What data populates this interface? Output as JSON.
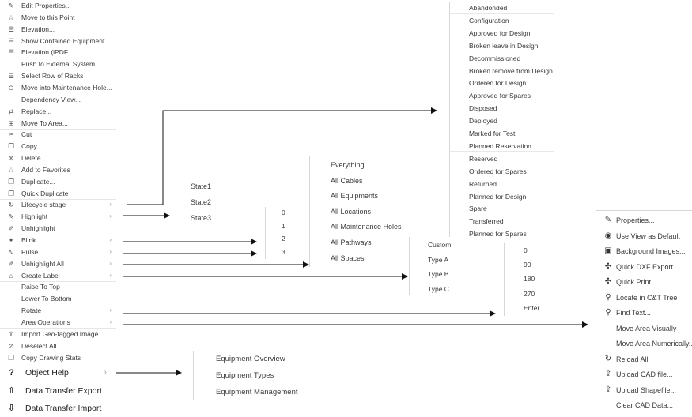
{
  "context_menu": {
    "items": [
      {
        "label": "Edit Properties...",
        "icon": "pencil-icon",
        "glyph": "✎"
      },
      {
        "label": "Move to this Point",
        "icon": "star-icon",
        "glyph": "☆"
      },
      {
        "label": "Elevation...",
        "icon": "list-icon",
        "glyph": "☰"
      },
      {
        "label": "Show Contained Equipment",
        "icon": "list-icon",
        "glyph": "☰"
      },
      {
        "label": "Elevation (iPDF...",
        "icon": "list-icon",
        "glyph": "☰"
      },
      {
        "label": "Push to External System...",
        "icon": "",
        "glyph": ""
      },
      {
        "label": "Select Row of Racks",
        "icon": "list-icon",
        "glyph": "☰"
      },
      {
        "label": "Move into Maintenance Hole...",
        "icon": "hole-icon",
        "glyph": "⊖"
      },
      {
        "label": "Dependency View...",
        "icon": "",
        "glyph": ""
      },
      {
        "label": "Replace...",
        "icon": "replace-icon",
        "glyph": "⇄"
      },
      {
        "label": "Move To Area...",
        "icon": "area-icon",
        "glyph": "⊞"
      },
      {
        "label": "Cut",
        "icon": "scissors-icon",
        "glyph": "✂"
      },
      {
        "label": "Copy",
        "icon": "copy-icon",
        "glyph": "❐"
      },
      {
        "label": "Delete",
        "icon": "delete-icon",
        "glyph": "⊗"
      },
      {
        "label": "Add to Favorites",
        "icon": "star-icon",
        "glyph": "☆"
      },
      {
        "label": "Duplicate...",
        "icon": "duplicate-icon",
        "glyph": "❐"
      },
      {
        "label": "Quick Duplicate",
        "icon": "duplicate-icon",
        "glyph": "❐"
      },
      {
        "label": "Lifecycle stage",
        "icon": "lifecycle-icon",
        "glyph": "↻",
        "sub": true
      },
      {
        "label": "Highlight",
        "icon": "highlight-icon",
        "glyph": "✎",
        "sub": true
      },
      {
        "label": "Unhighlight",
        "icon": "unhighlight-icon",
        "glyph": "✐"
      },
      {
        "label": "Blink",
        "icon": "blink-icon",
        "glyph": "✦",
        "sub": true
      },
      {
        "label": "Pulse",
        "icon": "pulse-icon",
        "glyph": "∿",
        "sub": true
      },
      {
        "label": "Unhighlight All",
        "icon": "unhighlight-all-icon",
        "glyph": "✐",
        "sub": true
      },
      {
        "label": "Create Label",
        "icon": "tag-icon",
        "glyph": "⌂",
        "sub": true
      },
      {
        "label": "Raise To Top",
        "icon": "",
        "glyph": ""
      },
      {
        "label": "Lower To Bottom",
        "icon": "",
        "glyph": ""
      },
      {
        "label": "Rotate",
        "icon": "",
        "glyph": "",
        "sub": true
      },
      {
        "label": "Area Operations",
        "icon": "",
        "glyph": "",
        "sub": true
      },
      {
        "label": "Import Geo-tagged Image...",
        "icon": "upload-icon",
        "glyph": "⇪"
      },
      {
        "label": "Deselect All",
        "icon": "deselect-icon",
        "glyph": "⊘"
      },
      {
        "label": "Copy Drawing Stats",
        "icon": "copy-icon",
        "glyph": "❐"
      }
    ],
    "big_items": [
      {
        "label": "Object Help",
        "icon": "question-icon",
        "glyph": "?",
        "sub": true
      },
      {
        "label": "Data Transfer Export",
        "icon": "export-icon",
        "glyph": "⇧"
      },
      {
        "label": "Data Transfer Import",
        "icon": "import-icon",
        "glyph": "⇩"
      }
    ],
    "submenu_arrow": "›"
  },
  "lifecycle_submenu": [
    "Abandonded",
    "Configuration",
    "Approved for Design",
    "Broken leave in Design",
    "Decommissioned",
    "Broken remove from Design",
    "Ordered for Design",
    "Approved for Spares",
    "Disposed",
    "Deployed",
    "Marked for Test",
    "Planned Reservation",
    "Reserved",
    "Ordered for Spares",
    "Returned",
    "Planned for Design",
    "Spare",
    "Transferred",
    "Planned for Spares"
  ],
  "state_submenu": [
    "State1",
    "State2",
    "State3"
  ],
  "number_submenu": [
    "0",
    "1",
    "2",
    "3"
  ],
  "unhighlight_submenu": [
    "Everything",
    "All Cables",
    "All Equipments",
    "All Locations",
    "All Maintenance Holes",
    "All Pathways",
    "All Spaces"
  ],
  "label_submenu": [
    "Custom",
    "Type A",
    "Type B",
    "Type C"
  ],
  "rotate_submenu": [
    "0",
    "90",
    "180",
    "270",
    "Enter"
  ],
  "help_submenu": [
    "Equipment Overview",
    "Equipment Types",
    "Equipment Management"
  ],
  "area_submenu": [
    {
      "label": "Properties...",
      "icon": "edit-icon",
      "glyph": "✎"
    },
    {
      "label": "Use View as Default",
      "icon": "eye-icon",
      "glyph": "◉"
    },
    {
      "label": "Background Images...",
      "icon": "image-icon",
      "glyph": "▣"
    },
    {
      "label": "Quick DXF Export",
      "icon": "move-icon",
      "glyph": "✣"
    },
    {
      "label": "Quick Print...",
      "icon": "move-icon",
      "glyph": "✣"
    },
    {
      "label": "Locate in C&T Tree",
      "icon": "search-icon",
      "glyph": "⚲"
    },
    {
      "label": "Find Text...",
      "icon": "search-icon",
      "glyph": "⚲"
    },
    {
      "label": "Move Area Visually",
      "icon": "",
      "glyph": ""
    },
    {
      "label": "Move Area Numerically...",
      "icon": "",
      "glyph": ""
    },
    {
      "label": "Reload All",
      "icon": "reload-icon",
      "glyph": "↻"
    },
    {
      "label": "Upload CAD file...",
      "icon": "upload-icon",
      "glyph": "⇪"
    },
    {
      "label": "Upload Shapefile...",
      "icon": "upload-icon",
      "glyph": "⇪"
    },
    {
      "label": "Clear CAD Data...",
      "icon": "",
      "glyph": ""
    }
  ]
}
